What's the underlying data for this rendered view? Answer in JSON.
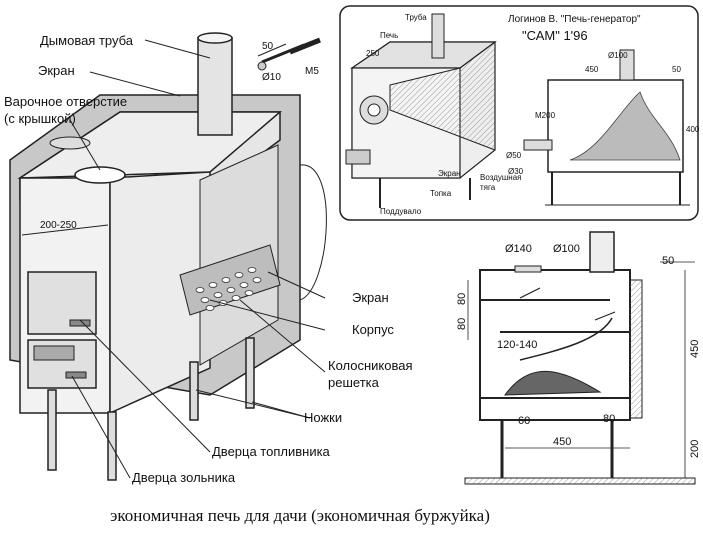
{
  "main_stove": {
    "labels": {
      "chimney": "Дымовая труба",
      "screen_top": "Экран",
      "cooking_hole_1": "Варочное отверстие",
      "cooking_hole_2": "(с крышкой)",
      "dim_width": "200-250",
      "screen_right": "Экран",
      "body": "Корпус",
      "grate_1": "Колосниковая",
      "grate_2": "решетка",
      "legs": "Ножки",
      "fuel_door": "Дверца топливника",
      "ash_door": "Дверца зольника",
      "bolt_50": "50",
      "bolt_d10": "Ø10",
      "bolt_m5": "M5"
    }
  },
  "generator_inset": {
    "title": "Логинов В. \"Печь-генератор\"",
    "subtitle": "\"САМ\" 1'96",
    "labels": {
      "pipe": "Труба",
      "stove": "Печь",
      "dim_250": "250",
      "screen": "Экран",
      "firebox": "Топка",
      "blower": "Поддувало",
      "air_draft_1": "Воздушная",
      "air_draft_2": "тяга",
      "d100": "Ø100",
      "d450": "450",
      "d50": "50",
      "m200": "M200",
      "d400": "400",
      "d50b": "Ø50",
      "d30": "Ø30"
    }
  },
  "section_drawing": {
    "labels": {
      "d140": "Ø140",
      "d100": "Ø100",
      "d50": "50",
      "h80a": "80",
      "h80b": "80",
      "range": "120-140",
      "h450": "450",
      "d80": "80",
      "d60": "60",
      "w450": "450",
      "h200": "200"
    }
  },
  "caption": "экономичная печь для дачи (экономичная буржуйка)"
}
